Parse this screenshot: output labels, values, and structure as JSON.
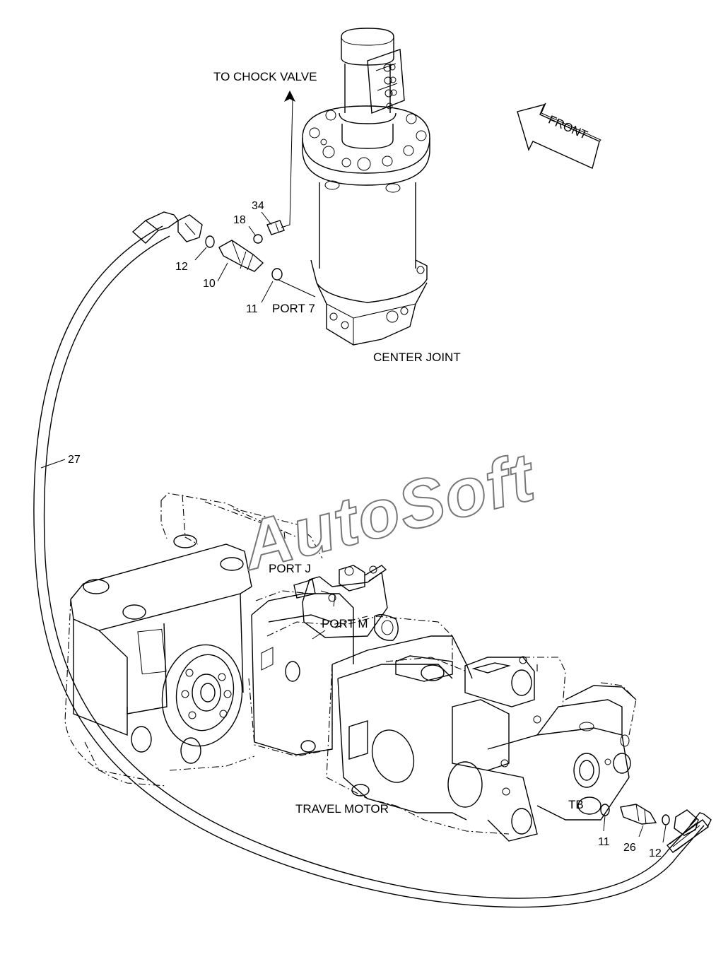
{
  "labels": {
    "to_chock_valve": "TO CHOCK VALVE",
    "front": "FRONT",
    "port_7": "PORT 7",
    "center_joint": "CENTER JOINT",
    "port_j": "PORT J",
    "port_m": "PORT M",
    "travel_motor": "TRAVEL MOTOR",
    "port_tb": "TB"
  },
  "part_numbers": {
    "p34": "34",
    "p18": "18",
    "p12_top": "12",
    "p10": "10",
    "p11_top": "11",
    "p27": "27",
    "p11_bottom": "11",
    "p26": "26",
    "p12_bottom": "12"
  },
  "watermark": "AutoSoft"
}
